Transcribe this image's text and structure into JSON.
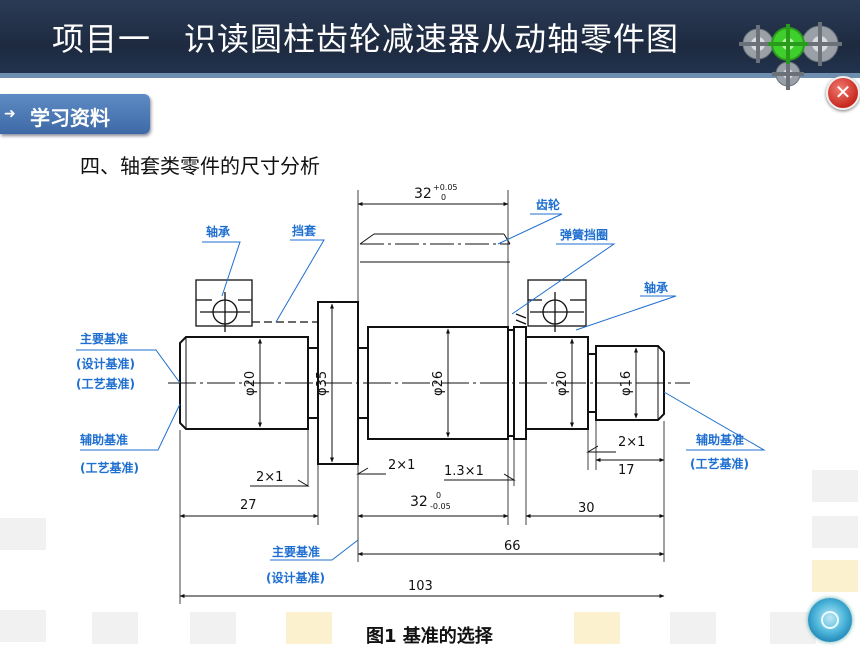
{
  "header": {
    "title": "项目一　识读圆柱齿轮减速器从动轴零件图"
  },
  "section_tab": {
    "label": "学习资料"
  },
  "subtitle": "四、轴套类零件的尺寸分析",
  "caption": "图1  基准的选择",
  "drawing": {
    "labels": {
      "bearing_left": "轴承",
      "sleeve": "挡套",
      "gear": "齿轮",
      "snap_ring": "弹簧挡圈",
      "bearing_right": "轴承",
      "main_datum_left": "主要基准",
      "design_datum_left": "(设计基准)",
      "process_datum_left": "(工艺基准)",
      "aux_datum_left": "辅助基准",
      "aux_process_left": "(工艺基准)",
      "aux_datum_right": "辅助基准",
      "aux_process_right": "(工艺基准)",
      "main_datum_bottom": "主要基准",
      "design_datum_bottom": "(设计基准)"
    },
    "dims": {
      "top_32": "32",
      "top_32_upper": "+0.05",
      "top_32_lower": "0",
      "d20_left": "φ20",
      "d35": "φ35",
      "d26": "φ26",
      "d20_right": "φ20",
      "d16": "φ16",
      "chamfer_left": "2×1",
      "chamfer_mid": "2×1",
      "groove": "1.3×1",
      "chamfer_right": "2×1",
      "len_17": "17",
      "len_27": "27",
      "mid_32": "32",
      "mid_32_upper": "0",
      "mid_32_lower": "-0.05",
      "len_30": "30",
      "len_66": "66",
      "len_103": "103"
    }
  },
  "colors": {
    "header_bg": "#1d2a40",
    "tab_bg": "#3d6aa6",
    "annotation_blue": "#1f6fd0",
    "close_red": "#c8281e"
  }
}
